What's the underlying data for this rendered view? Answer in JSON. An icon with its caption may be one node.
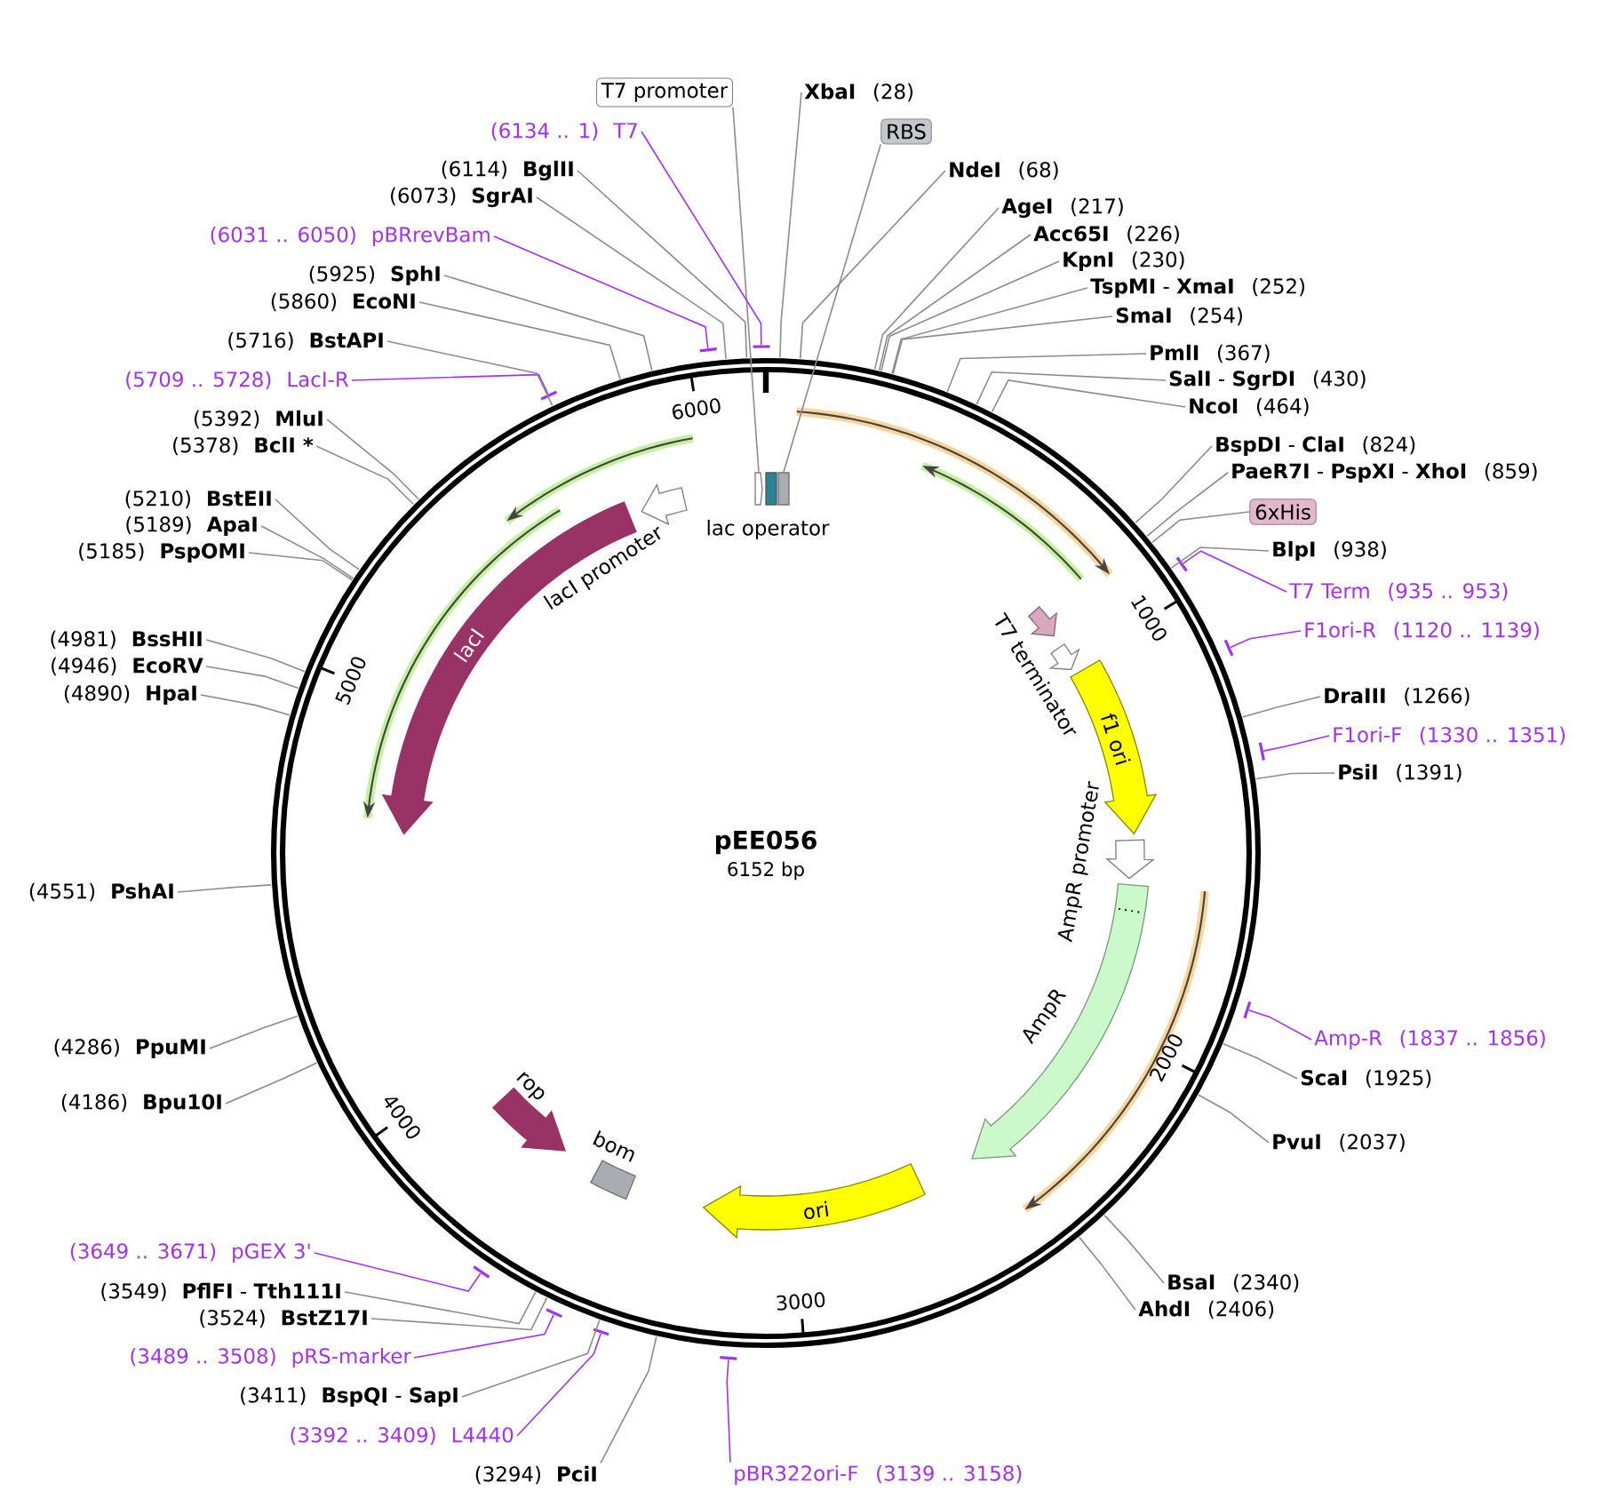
{
  "diagram": {
    "title": "pEE056",
    "nodes": [
      {
        "text": [
          "T7 promoter"
        ]
      },
      {
        "text": [
          "XbaI",
          "(28)"
        ]
      },
      {
        "text": [
          "RBS"
        ]
      },
      {
        "text": [
          "NdeI",
          "(68)"
        ]
      },
      {
        "text": [
          "AgeI",
          "(217)"
        ]
      },
      {
        "text": [
          "Acc65I",
          "(226)"
        ]
      },
      {
        "text": [
          "KpnI",
          "(230)"
        ]
      },
      {
        "text": [
          "**TspMI** - **XmaI**",
          "(252)"
        ]
      },
      {
        "text": [
          "SmaI",
          "(254)"
        ]
      },
      {
        "text": [
          "PmlI",
          "(367)"
        ]
      },
      {
        "text": [
          "**SalI** - **SgrDI**",
          "(430)"
        ]
      },
      {
        "text": [
          "NcoI",
          "(464)"
        ]
      },
      {
        "text": [
          "**BspDI** - **ClaI**",
          "(824)"
        ]
      },
      {
        "text": [
          "**PaeR7I** - **PspXI** - **XhoI**",
          "(859)"
        ]
      },
      {
        "text": [
          "6xHis"
        ]
      },
      {
        "text": [
          "BlpI",
          "(938)"
        ]
      },
      {
        "text": [
          "T7 Term",
          "(935 .. 953)"
        ]
      },
      {
        "text": [
          "F1ori-R",
          "(1120 .. 1139)"
        ]
      },
      {
        "text": [
          "DraIII",
          "(1266)"
        ]
      },
      {
        "text": [
          "F1ori-F",
          "(1330 .. 1351)"
        ]
      },
      {
        "text": [
          "PsiI",
          "(1391)"
        ]
      },
      {
        "text": [
          "Amp-R",
          "(1837 .. 1856)"
        ]
      },
      {
        "text": [
          "ScaI",
          "(1925)"
        ]
      },
      {
        "text": [
          "PvuI",
          "(2037)"
        ]
      },
      {
        "text": [
          "BsaI",
          "(2340)"
        ]
      },
      {
        "text": [
          "AhdI",
          "(2406)"
        ]
      },
      {
        "text": [
          "pBR322ori-F",
          "(3139 .. 3158)"
        ]
      },
      {
        "text": [
          "(3294)",
          "PciI"
        ]
      },
      {
        "text": [
          "(3392 .. 3409)",
          "L4440"
        ]
      },
      {
        "text": [
          "(3411)",
          "**BspQI** - **SapI**"
        ]
      },
      {
        "text": [
          "(3489 .. 3508)",
          "pRS-marker"
        ]
      },
      {
        "text": [
          "(3524)",
          "BstZ17I"
        ]
      },
      {
        "text": [
          "(3549)",
          "**PflFI** - **Tth111I**"
        ]
      },
      {
        "text": [
          "(3649 .. 3671)",
          "pGEX 3'"
        ]
      },
      {
        "text": [
          "(4186)",
          "Bpu10I"
        ]
      },
      {
        "text": [
          "(4286)",
          "PpuMI"
        ]
      },
      {
        "text": [
          "(4551)",
          "PshAI"
        ]
      },
      {
        "text": [
          "(4890)",
          "HpaI"
        ]
      },
      {
        "text": [
          "(4946)",
          "EcoRV"
        ]
      },
      {
        "text": [
          "(4981)",
          "BssHII"
        ]
      },
      {
        "text": [
          "(5185)",
          "PspOMI"
        ]
      },
      {
        "text": [
          "(5189)",
          "ApaI"
        ]
      },
      {
        "text": [
          "(5210)",
          "BstEII"
        ]
      },
      {
        "text": [
          "(5378)",
          "BclI *"
        ]
      },
      {
        "text": [
          "(5392)",
          "MluI"
        ]
      },
      {
        "text": [
          "(5709 .. 5728)",
          "LacI-R"
        ]
      },
      {
        "text": [
          "(5716)",
          "BstAPI"
        ]
      },
      {
        "text": [
          "(5860)",
          "EcoNI"
        ]
      },
      {
        "text": [
          "(5925)",
          "SphI"
        ]
      },
      {
        "text": [
          "(6031 .. 6050)",
          "pBRrevBam"
        ]
      },
      {
        "text": [
          "(6073)",
          "SgrAI"
        ]
      },
      {
        "text": [
          "(6114)",
          "BglII"
        ]
      },
      {
        "text": [
          "(6134 .. 1)",
          "T7"
        ]
      },
      {
        "text": [],
        "shape": "arrow"
      },
      {
        "text": [],
        "shape": "box",
        "beside": [
          "lac operator"
        ]
      },
      {
        "text": [],
        "shape": "box"
      },
      {
        "text": [
          "lacI"
        ]
      },
      {
        "text": [],
        "shape": "arrow",
        "beside": [
          "lacI promoter"
        ]
      },
      {
        "text": [],
        "shape": "arrow",
        "beside": [
          "T7 terminator"
        ]
      },
      {
        "text": [
          "f1 ori"
        ]
      },
      {
        "text": [],
        "shape": "arrow",
        "beside": [
          "AmpR promoter"
        ]
      },
      {
        "text": [],
        "shape": "arrow",
        "beside": [
          "AmpR"
        ]
      },
      {
        "text": [
          "ori"
        ]
      },
      {
        "text": [],
        "shape": "arrow",
        "beside": [
          "rop"
        ]
      },
      {
        "text": [],
        "shape": "box",
        "beside": [
          "bom"
        ]
      }
    ],
    "edges": [
      {
        "from": 0,
        "to": 53,
        "arrow": "none"
      },
      {
        "from": 1,
        "to": null,
        "arrow": "none"
      },
      {
        "from": 2,
        "to": 55,
        "arrow": "none"
      },
      {
        "from": 3,
        "to": null,
        "arrow": "none"
      },
      {
        "from": 4,
        "to": null,
        "arrow": "none"
      },
      {
        "from": 5,
        "to": null,
        "arrow": "none"
      },
      {
        "from": 6,
        "to": null,
        "arrow": "none"
      },
      {
        "from": 7,
        "to": null,
        "arrow": "none"
      },
      {
        "from": 8,
        "to": null,
        "arrow": "none"
      },
      {
        "from": 9,
        "to": null,
        "arrow": "none"
      },
      {
        "from": 10,
        "to": null,
        "arrow": "none"
      },
      {
        "from": 11,
        "to": null,
        "arrow": "none"
      },
      {
        "from": 12,
        "to": null,
        "arrow": "none"
      },
      {
        "from": 13,
        "to": null,
        "arrow": "none"
      },
      {
        "from": 14,
        "to": null,
        "arrow": "none"
      },
      {
        "from": 15,
        "to": null,
        "arrow": "none"
      },
      {
        "from": 16,
        "to": null,
        "arrow": "none",
        "color": "#a033f0"
      },
      {
        "from": 17,
        "to": null,
        "arrow": "none",
        "color": "#a033f0"
      },
      {
        "from": 18,
        "to": null,
        "arrow": "none"
      },
      {
        "from": 19,
        "to": null,
        "arrow": "none",
        "color": "#a033f0"
      },
      {
        "from": 20,
        "to": null,
        "arrow": "none"
      },
      {
        "from": 21,
        "to": null,
        "arrow": "none",
        "color": "#a033f0"
      },
      {
        "from": 22,
        "to": null,
        "arrow": "none"
      },
      {
        "from": 23,
        "to": null,
        "arrow": "none"
      },
      {
        "from": 24,
        "to": null,
        "arrow": "none"
      },
      {
        "from": 25,
        "to": null,
        "arrow": "none"
      },
      {
        "from": 26,
        "to": null,
        "arrow": "none",
        "color": "#a033f0"
      },
      {
        "from": 27,
        "to": null,
        "arrow": "none"
      },
      {
        "from": 28,
        "to": null,
        "arrow": "none",
        "color": "#a033f0"
      },
      {
        "from": 29,
        "to": null,
        "arrow": "none"
      },
      {
        "from": 30,
        "to": null,
        "arrow": "none",
        "color": "#a033f0"
      },
      {
        "from": 31,
        "to": null,
        "arrow": "none"
      },
      {
        "from": 32,
        "to": null,
        "arrow": "none"
      },
      {
        "from": 33,
        "to": null,
        "arrow": "none",
        "color": "#a033f0"
      },
      {
        "from": 34,
        "to": null,
        "arrow": "none"
      },
      {
        "from": 35,
        "to": null,
        "arrow": "none"
      },
      {
        "from": 36,
        "to": null,
        "arrow": "none"
      },
      {
        "from": 37,
        "to": null,
        "arrow": "none"
      },
      {
        "from": 38,
        "to": null,
        "arrow": "none"
      },
      {
        "from": 39,
        "to": null,
        "arrow": "none"
      },
      {
        "from": 40,
        "to": null,
        "arrow": "none"
      },
      {
        "from": 41,
        "to": null,
        "arrow": "none"
      },
      {
        "from": 42,
        "to": null,
        "arrow": "none"
      },
      {
        "from": 43,
        "to": null,
        "arrow": "none"
      },
      {
        "from": 44,
        "to": null,
        "arrow": "none"
      },
      {
        "from": 45,
        "to": null,
        "arrow": "none",
        "color": "#a033f0"
      },
      {
        "from": 46,
        "to": null,
        "arrow": "none"
      },
      {
        "from": 47,
        "to": null,
        "arrow": "none"
      },
      {
        "from": 48,
        "to": null,
        "arrow": "none"
      },
      {
        "from": 49,
        "to": null,
        "arrow": "none",
        "color": "#a033f0"
      },
      {
        "from": 50,
        "to": null,
        "arrow": "none"
      },
      {
        "from": 51,
        "to": null,
        "arrow": "none"
      },
      {
        "from": 52,
        "to": null,
        "arrow": "none",
        "color": "#a033f0"
      }
    ],
    "labels": [
      "6152 bp",
      "1000",
      "2000",
      "3000",
      "4000",
      "5000",
      "6000"
    ]
  }
}
